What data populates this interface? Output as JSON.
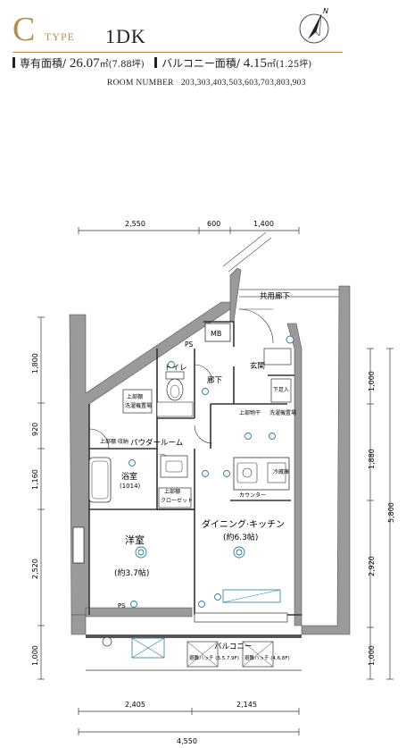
{
  "header": {
    "type_letter": "C",
    "type_word": "TYPE",
    "layout": "1DK",
    "exclusive_area_label": "専有面積/",
    "exclusive_area_value": "26.07",
    "exclusive_area_unit": "㎡",
    "exclusive_area_tsubo": "(7.88坪)",
    "balcony_area_label": "バルコニー面積/",
    "balcony_area_value": "4.15",
    "balcony_area_unit": "㎡",
    "balcony_area_tsubo": "(1.25坪)",
    "room_number_label": "ROOM NUMBER",
    "room_numbers": "203,303,403,503,603,703,803,903"
  },
  "compass_label": "N",
  "dimensions": {
    "top": [
      "2,550",
      "600",
      "1,400"
    ],
    "left": [
      "1,800",
      "920",
      "1,160",
      "2,520",
      "1,000"
    ],
    "right_inner": [
      "1,000",
      "1,880",
      "2,920",
      "1,000"
    ],
    "right_outer": "5,800",
    "bottom": [
      "2,405",
      "2,145"
    ],
    "bottom_total": "4,550"
  },
  "rooms": {
    "common_corridor": "共用廊下",
    "mb": "MB",
    "ps_top": "PS",
    "toilet": "トイレ",
    "hallway": "廊下",
    "entrance": "玄関",
    "shoe_box": "下足入",
    "dryer": "上部物干",
    "washer": "洗濯機置場",
    "shelf_top": "上部棚",
    "washer2": "洗濯機置場",
    "storage": "上部棚\n収納",
    "powder_room": "パウダールーム",
    "bathroom": "浴室",
    "bathroom_size": "(1014)",
    "closet_top": "上部棚",
    "closet": "クローゼット",
    "counter": "カウンター",
    "fridge": "冷蔵庫",
    "western_room": "洋室",
    "western_room_size": "(約3.7帖)",
    "dining_kitchen": "ダイニング·キッチン",
    "dining_kitchen_size": "(約6.3帖)",
    "ps_bottom": "PS",
    "balcony": "バルコニー",
    "hatch_left": "避難ハッチ\n(3.5,7,9F)",
    "hatch_right": "避難ハッチ\n(4,6,8F)"
  }
}
